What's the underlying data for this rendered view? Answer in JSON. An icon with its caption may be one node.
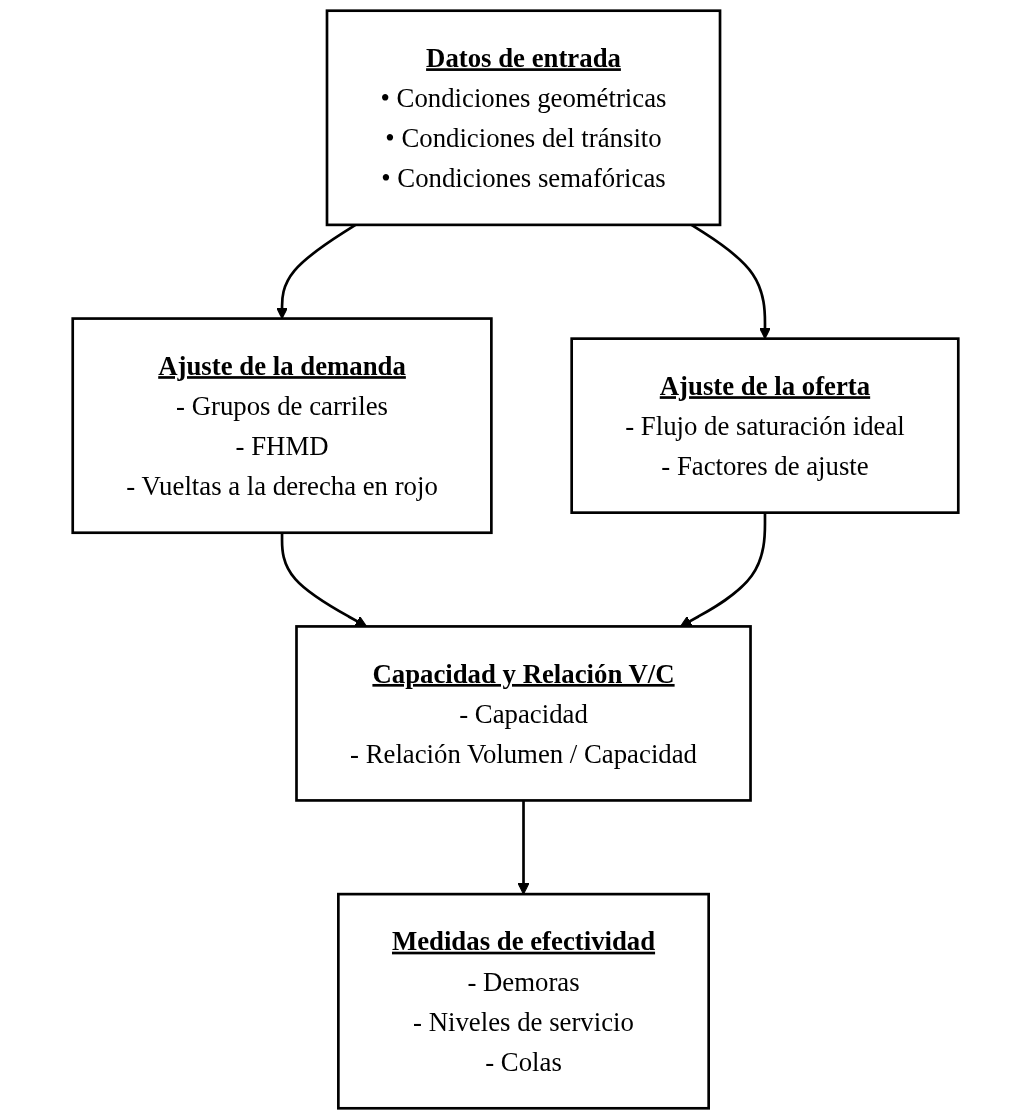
{
  "diagram": {
    "nodes": [
      {
        "text": [
          "Datos de entrada",
          "• Condiciones geométricas",
          "• Condiciones del tránsito",
          "• Condiciones semafóricas"
        ]
      },
      {
        "text": [
          "Ajuste de la demanda",
          "- Grupos de carriles",
          "- FHMD",
          "- Vueltas a la derecha en rojo"
        ]
      },
      {
        "text": [
          "Ajuste de la oferta",
          "- Flujo de saturación ideal",
          "- Factores de ajuste"
        ]
      },
      {
        "text": [
          "Capacidad y Relación V/C",
          "- Capacidad",
          "- Relación Volumen / Capacidad"
        ]
      },
      {
        "text": [
          "Medidas de efectividad",
          "- Demoras",
          "- Niveles de servicio",
          "- Colas"
        ]
      }
    ],
    "edges": [
      {
        "from": 0,
        "to": 1,
        "arrow": "to"
      },
      {
        "from": 0,
        "to": 2,
        "arrow": "to"
      },
      {
        "from": 1,
        "to": 3,
        "arrow": "to"
      },
      {
        "from": 2,
        "to": 3,
        "arrow": "to"
      },
      {
        "from": 3,
        "to": 4,
        "arrow": "to"
      }
    ]
  }
}
